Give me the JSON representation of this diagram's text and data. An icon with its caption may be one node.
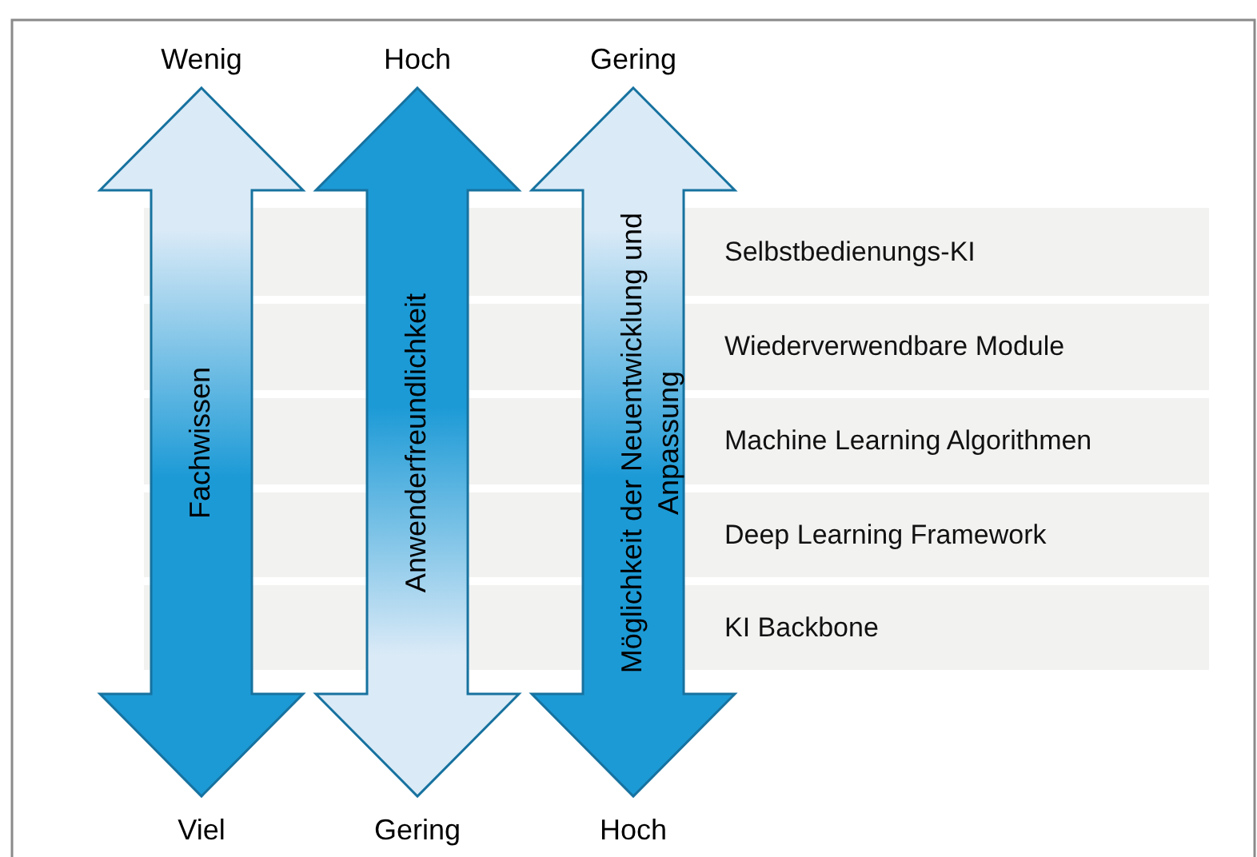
{
  "diagram": {
    "nodes": [
      {
        "text": [
          "Wenig"
        ]
      },
      {
        "text": [
          "Hoch"
        ]
      },
      {
        "text": [
          "Gering"
        ]
      },
      {
        "text": [
          "Selbstbedienungs-KI"
        ]
      },
      {
        "text": [
          "Wiederverwendbare Module"
        ]
      },
      {
        "text": [
          "Machine Learning Algorithmen"
        ]
      },
      {
        "text": [
          "Deep Learning Framework"
        ]
      },
      {
        "text": [
          "KI Backbone"
        ]
      },
      {
        "text": [
          "Viel"
        ]
      },
      {
        "text": [
          "Gering"
        ]
      },
      {
        "text": [
          "Hoch"
        ]
      }
    ],
    "edges": [
      {
        "from": 0,
        "to": 8,
        "arrow": "both",
        "label": "Fachwissen"
      },
      {
        "from": 9,
        "to": 1,
        "arrow": "both",
        "label": "Anwenderfreundlichkeit"
      },
      {
        "from": 2,
        "to": 10,
        "arrow": "both",
        "label": "Möglichkeit der Neuentwicklung und Anpassung"
      }
    ]
  }
}
